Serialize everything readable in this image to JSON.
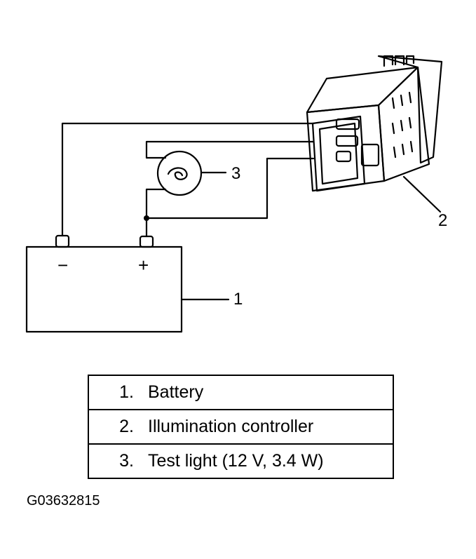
{
  "callouts": {
    "battery": "1",
    "controller": "2",
    "test_light": "3"
  },
  "terminals": {
    "negative": "−",
    "positive": "+"
  },
  "legend": [
    {
      "num": "1.",
      "label": "Battery"
    },
    {
      "num": "2.",
      "label": "Illumination controller"
    },
    {
      "num": "3.",
      "label": "Test light (12 V, 3.4 W)"
    }
  ],
  "figure_id": "G03632815"
}
